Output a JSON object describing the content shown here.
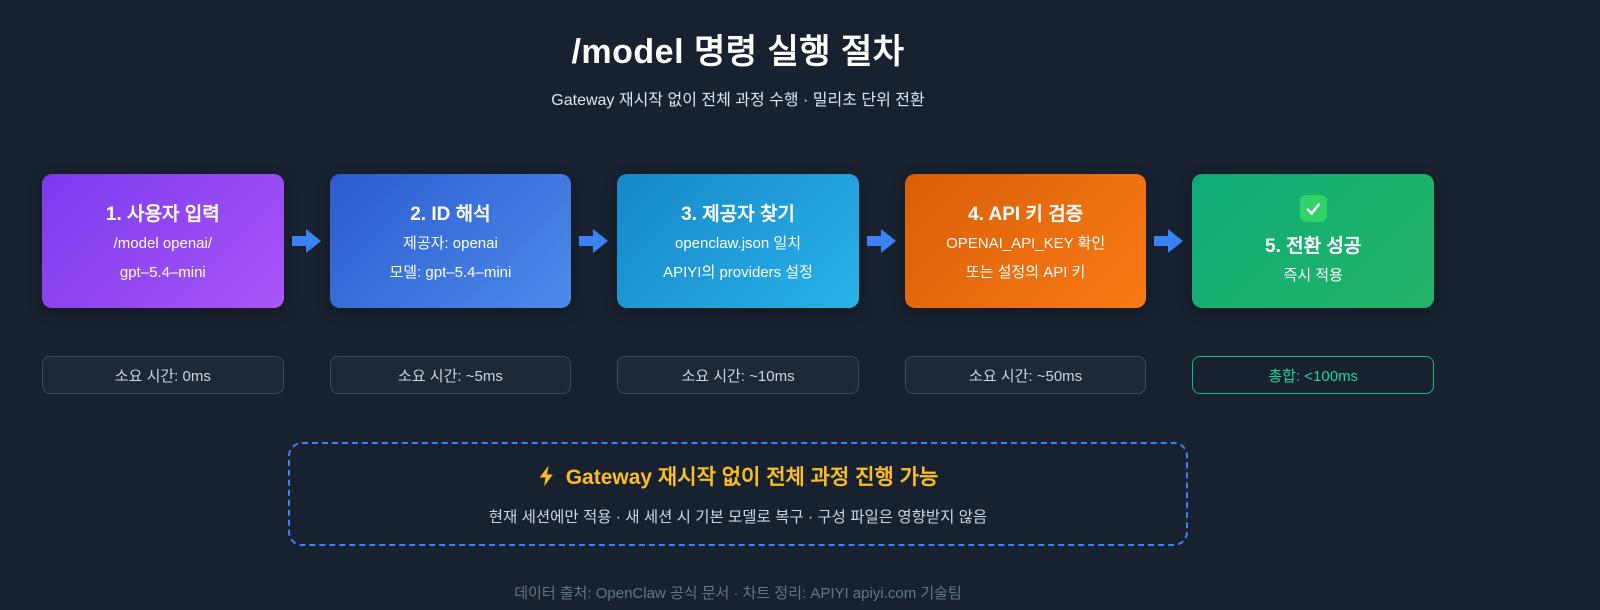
{
  "header": {
    "title": "/model 명령 실행 절차",
    "subtitle": "Gateway 재시작 없이 전체 과정 수행 · 밀리초 단위 전환"
  },
  "steps": [
    {
      "title": "1. 사용자 입력",
      "line1": "/model openai/",
      "line2": "gpt–5.4–mini",
      "badge": "소요 시간: 0ms",
      "gradient_from": "#7c3aed",
      "gradient_to": "#a855f7"
    },
    {
      "title": "2. ID 해석",
      "line1": "제공자: openai",
      "line2": "모델: gpt–5.4–mini",
      "badge": "소요 시간: ~5ms",
      "gradient_from": "#2d5bd0",
      "gradient_to": "#4b8bea"
    },
    {
      "title": "3. 제공자 찾기",
      "line1": "openclaw.json 일치",
      "line2": "APIYI의 providers 설정",
      "badge": "소요 시간: ~10ms",
      "gradient_from": "#1787c9",
      "gradient_to": "#29b2e8"
    },
    {
      "title": "4. API 키 검증",
      "line1": "OPENAI_API_KEY 확인",
      "line2": "또는 설정의 API 키",
      "badge": "소요 시간: ~50ms",
      "gradient_from": "#d95f07",
      "gradient_to": "#f97a16"
    },
    {
      "title": "5. 전환 성공",
      "line1": "즉시 적용",
      "line2": "",
      "badge": "총합: <100ms",
      "gradient_from": "#0fab77",
      "gradient_to": "#23b368"
    }
  ],
  "icons": {
    "success_check": "✅",
    "lightning": "⚡",
    "flow_arrow": "→"
  },
  "note": {
    "title": "Gateway 재시작 없이 전체 과정 진행 가능",
    "body": "현재 세션에만 적용 · 새 세션 시 기본 모델로 복구 · 구성 파일은 영향받지 않음"
  },
  "footer": "데이터 출처: OpenClaw 공식 문서 · 차트 정리: APIYI apiyi.com 기술팀",
  "colors": {
    "background": "#18212f",
    "arrow": "#3b82f6",
    "note_border": "#3b82f6",
    "note_title": "#fbbf24",
    "badge_border": "#3b4a5e",
    "total_badge_accent": "#10b981"
  }
}
